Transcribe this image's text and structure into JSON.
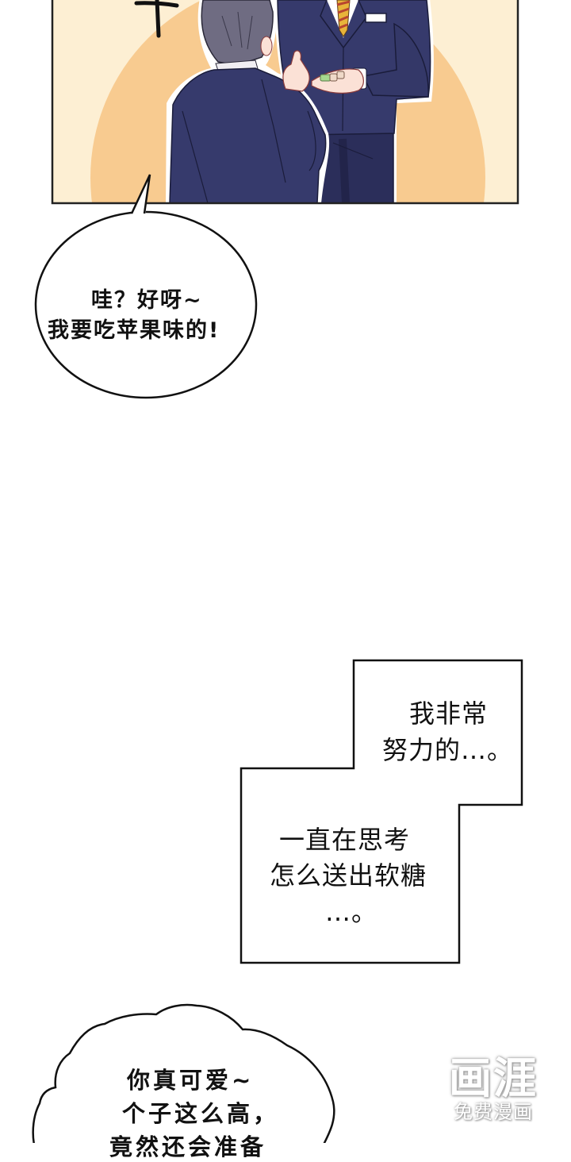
{
  "page": {
    "background": "#FFFFFF"
  },
  "panel_1": {
    "description": "Two characters in navy suits; one offers candies in an open palm",
    "colors": {
      "background": "#FDEFD3",
      "halo": "#F8CB90",
      "suit": "#363A6C",
      "suit_dark": "#2B2E5A",
      "hair": "#6F6C82",
      "skin": "#FBE1D6",
      "candy_green": "#A6D98E",
      "candy_beige": "#EFD9C8",
      "tie_yellow": "#E8B43A",
      "tie_red": "#B8452F",
      "border": "#222222"
    }
  },
  "speech_bubble_1": {
    "lines": [
      "哇？好呀~",
      "我要吃苹果味的!"
    ]
  },
  "narration_box": {
    "top_lines": [
      "我非常",
      "努力的…。"
    ],
    "bottom_lines": [
      "一直在思考",
      "怎么送出软糖",
      "…。"
    ]
  },
  "cloud_bubble": {
    "lines": [
      "你真可爱~",
      "个子这么高，",
      "竟然还会准备"
    ]
  },
  "watermark": {
    "logo": "画涯",
    "tagline": "免费漫画"
  }
}
